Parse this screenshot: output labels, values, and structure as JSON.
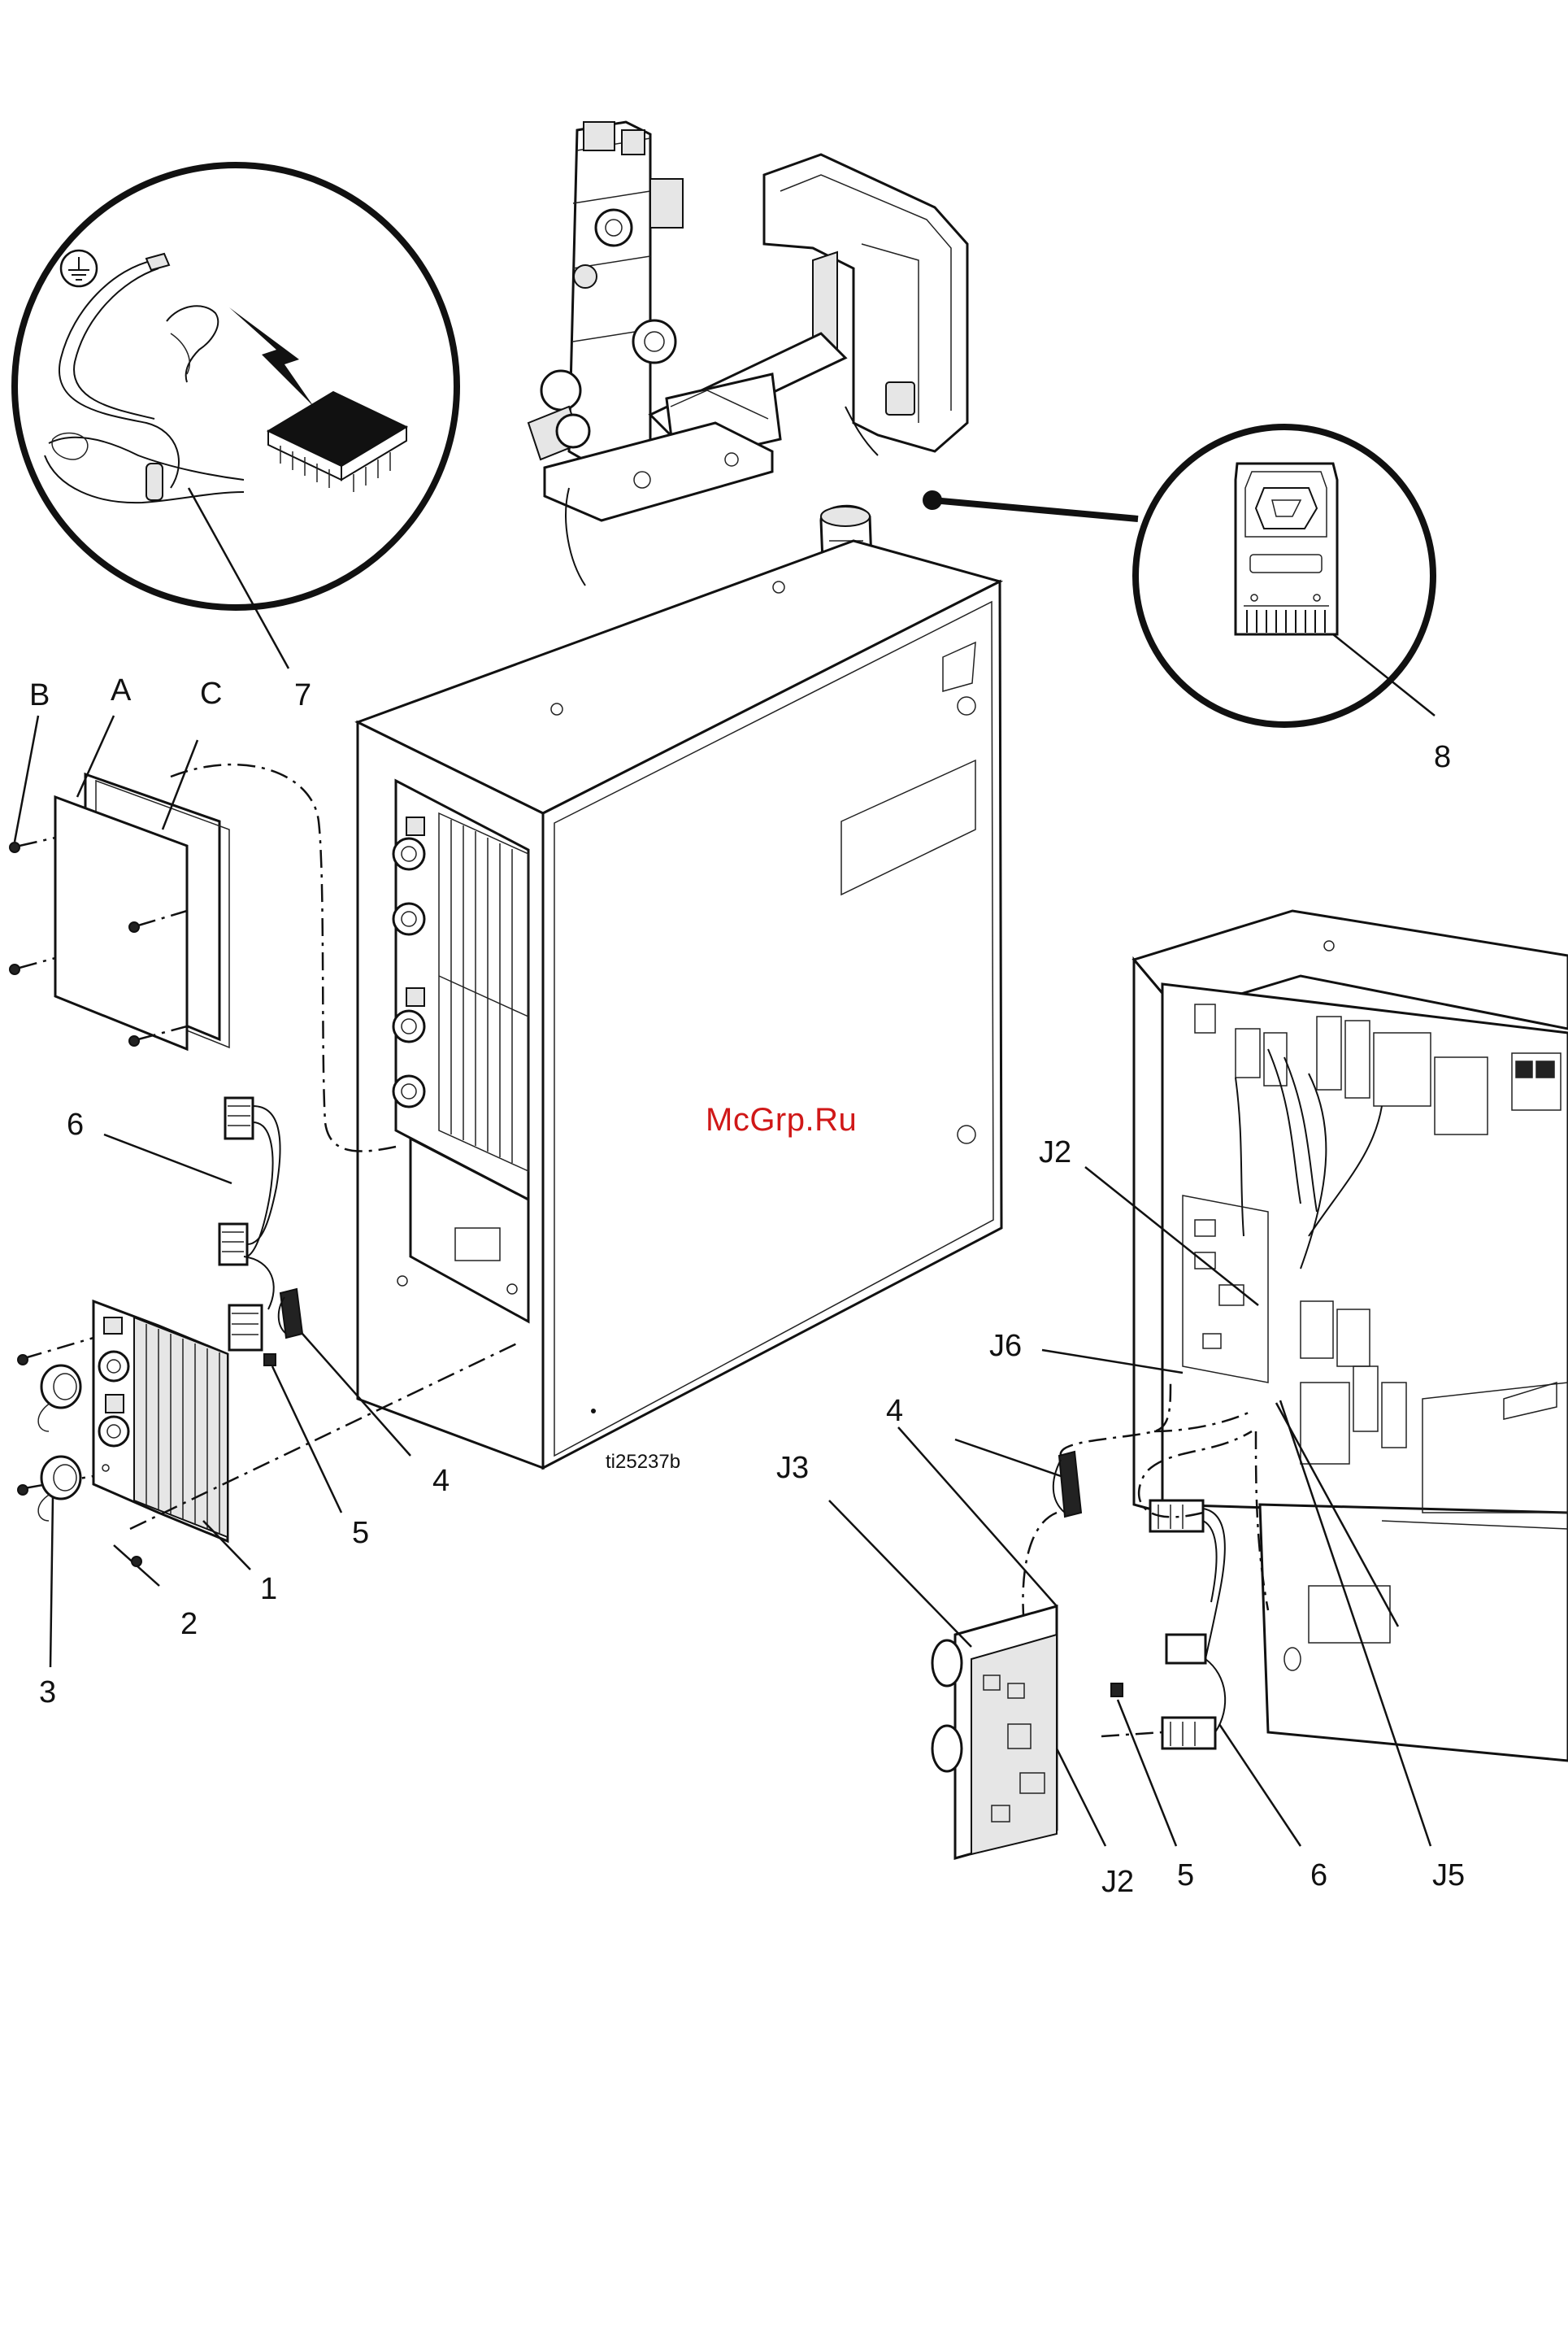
{
  "figure_id": "ti25237b",
  "watermark": "McGrp.Ru",
  "callouts": {
    "b": "B",
    "a": "A",
    "c": "C",
    "n7": "7",
    "n8": "8",
    "n6_left": "6",
    "n4_left": "4",
    "n5_left": "5",
    "n1": "1",
    "n2": "2",
    "n3": "3",
    "j2_top": "J2",
    "j6": "J6",
    "n4_right": "4",
    "j3": "J3",
    "j2_bottom": "J2",
    "n5_right": "5",
    "n6_right": "6",
    "j5": "J5"
  },
  "colors": {
    "line": "#111111",
    "watermark": "#d01818"
  }
}
